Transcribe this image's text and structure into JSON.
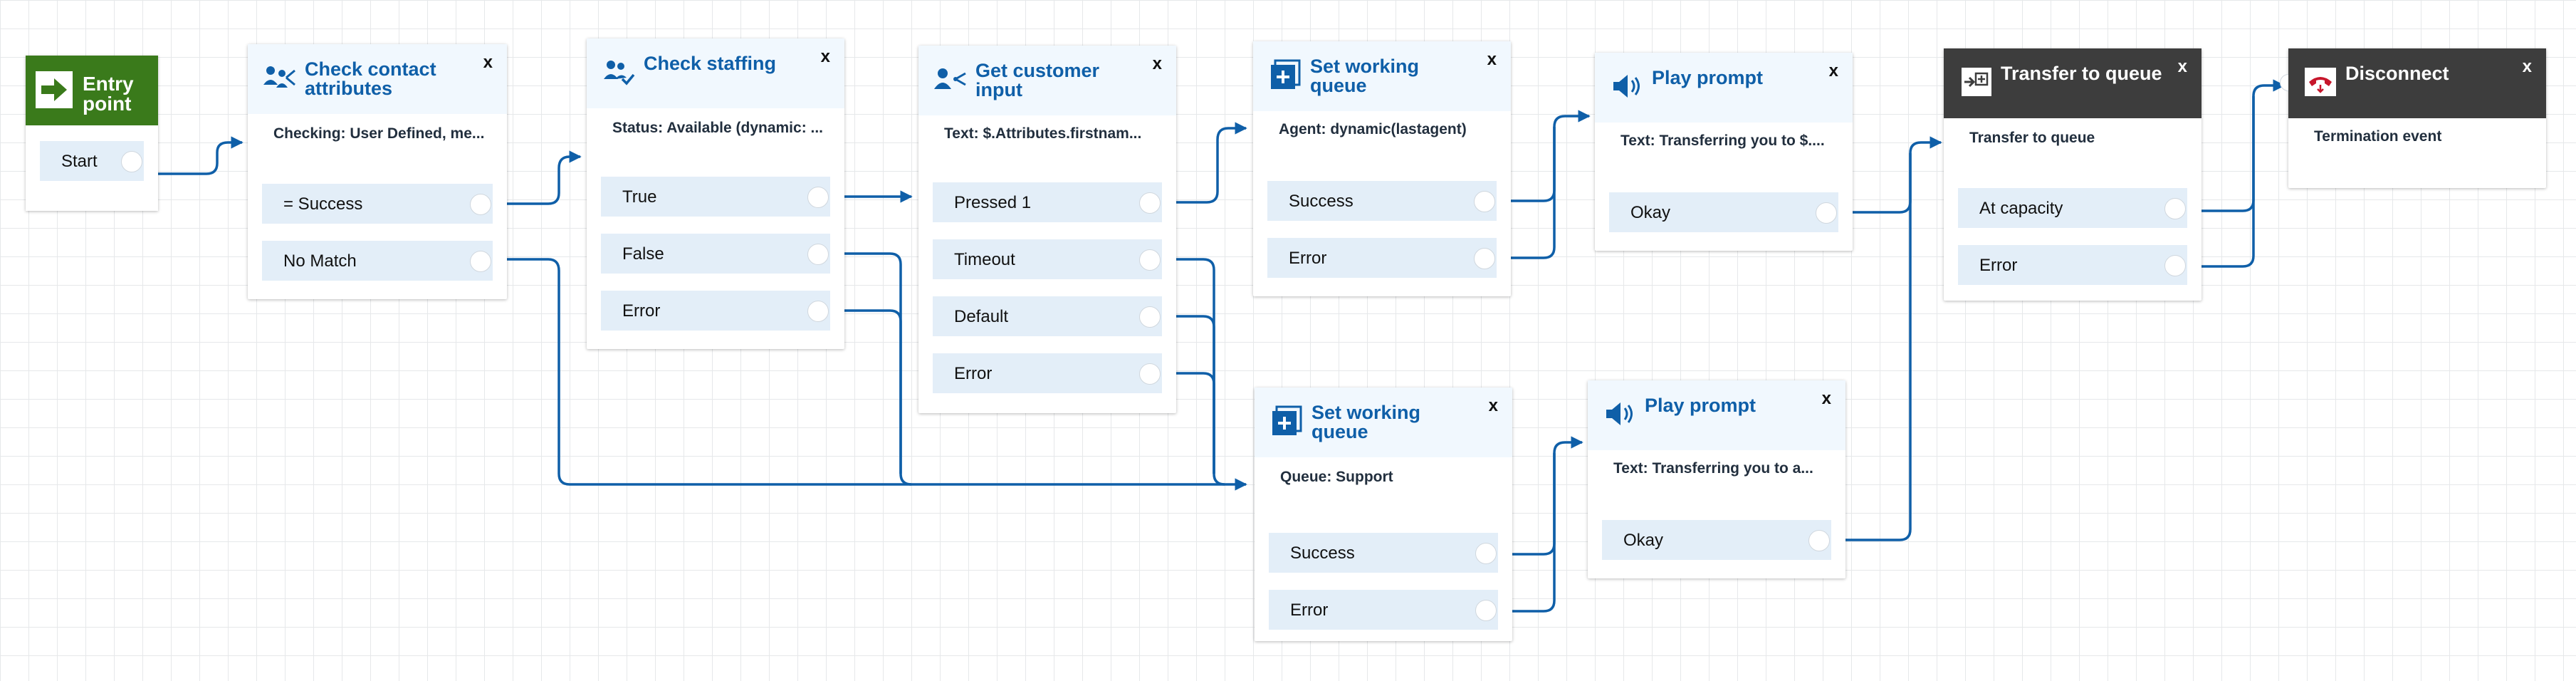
{
  "entry": {
    "title": "Entry point",
    "branch": "Start"
  },
  "blocks": [
    {
      "id": "b1",
      "title": "Check contact attributes",
      "subtitle": "Checking: User Defined, me...",
      "branches": [
        "= Success",
        "No Match"
      ]
    },
    {
      "id": "b2",
      "title": "Check staffing",
      "subtitle": "Status: Available (dynamic: ...",
      "branches": [
        "True",
        "False",
        "Error"
      ]
    },
    {
      "id": "b3",
      "title": "Get customer input",
      "subtitle": "Text: $.Attributes.firstnam...",
      "branches": [
        "Pressed 1",
        "Timeout",
        "Default",
        "Error"
      ]
    },
    {
      "id": "b4",
      "title": "Set working queue",
      "subtitle": "Agent: dynamic(lastagent)",
      "branches": [
        "Success",
        "Error"
      ]
    },
    {
      "id": "b5",
      "title": "Play prompt",
      "subtitle": "Text: Transferring you to $....",
      "branches": [
        "Okay"
      ]
    },
    {
      "id": "b6",
      "title": "Transfer to queue",
      "subtitle": "Transfer to queue",
      "branches": [
        "At capacity",
        "Error"
      ]
    },
    {
      "id": "b7",
      "title": "Disconnect",
      "subtitle": "Termination event",
      "branches": []
    },
    {
      "id": "b8",
      "title": "Set working queue",
      "subtitle": "Queue: Support",
      "branches": [
        "Success",
        "Error"
      ]
    },
    {
      "id": "b9",
      "title": "Play prompt",
      "subtitle": "Text: Transferring you to a...",
      "branches": [
        "Okay"
      ]
    }
  ],
  "close_label": "x",
  "colors": {
    "connector": "#0f5fa8",
    "entry_green": "#3a7a1b",
    "dark_header": "#3d3d3d",
    "link_blue": "#0f5fa8"
  }
}
